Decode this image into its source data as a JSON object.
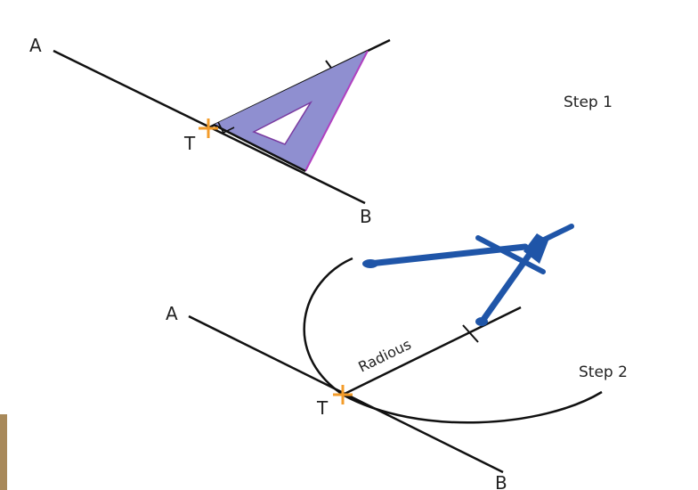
{
  "step1": {
    "label": "Step 1",
    "point_a": "A",
    "point_b": "B",
    "point_t": "T"
  },
  "step2": {
    "label": "Step 2",
    "point_a": "A",
    "point_b": "B",
    "point_t": "T",
    "radius_label": "Radious"
  },
  "colors": {
    "line": "#111111",
    "tangent_point": "#f39c2b",
    "set_square_fill": "#8f8fd0",
    "set_square_edge": "#b040c0",
    "compass": "#1f55a8",
    "corner_strip": "#a8895a"
  }
}
